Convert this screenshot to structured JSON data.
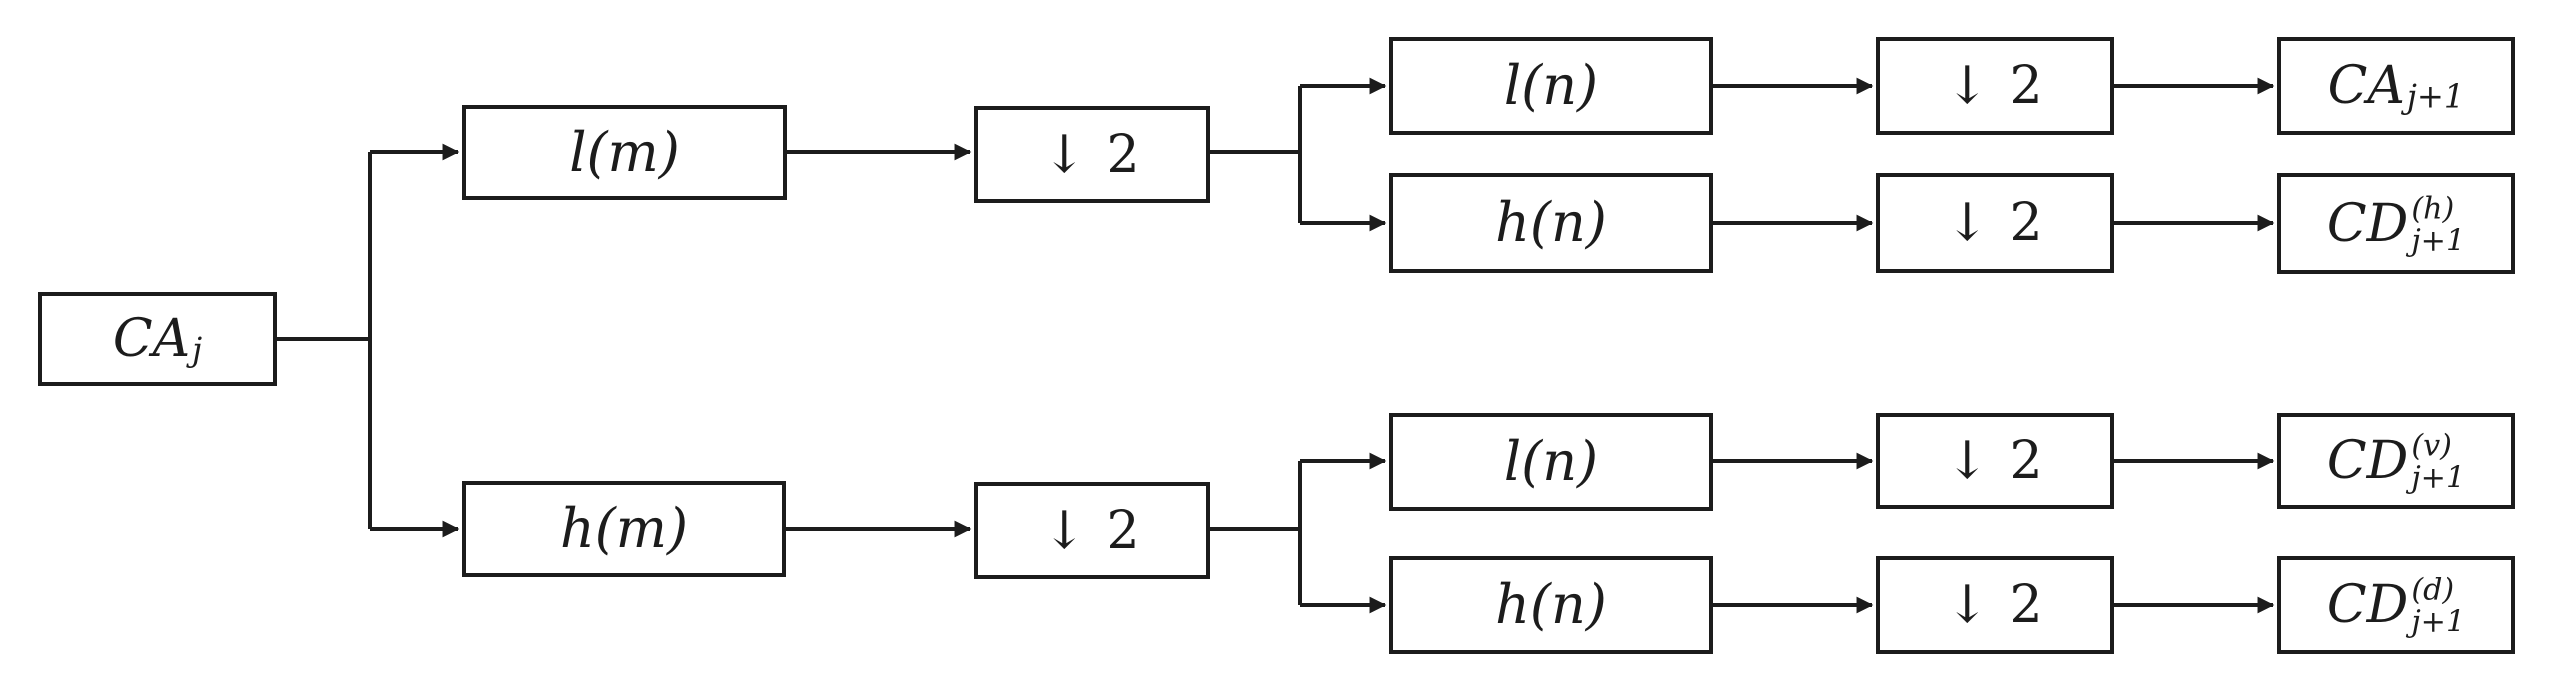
{
  "figure": {
    "background_color": "#ffffff",
    "stroke_color": "#1c1c1c",
    "description": "One-level 2D discrete wavelet transform decomposition flow",
    "nodes": {
      "input": {
        "base": "CA",
        "sub": "j"
      },
      "row_lowpass_filter": "l(m)",
      "row_highpass_filter": "h(m)",
      "downsample": "↓ 2",
      "col_lowpass_filter": "l(n)",
      "col_highpass_filter": "h(n)",
      "approximation_output": {
        "base": "CA",
        "sub": "j+1"
      },
      "horizontal_detail_output": {
        "base": "CD",
        "sup": "(h)",
        "sub": "j+1"
      },
      "vertical_detail_output": {
        "base": "CD",
        "sup": "(v)",
        "sub": "j+1"
      },
      "diagonal_detail_output": {
        "base": "CD",
        "sup": "(d)",
        "sub": "j+1"
      }
    }
  }
}
